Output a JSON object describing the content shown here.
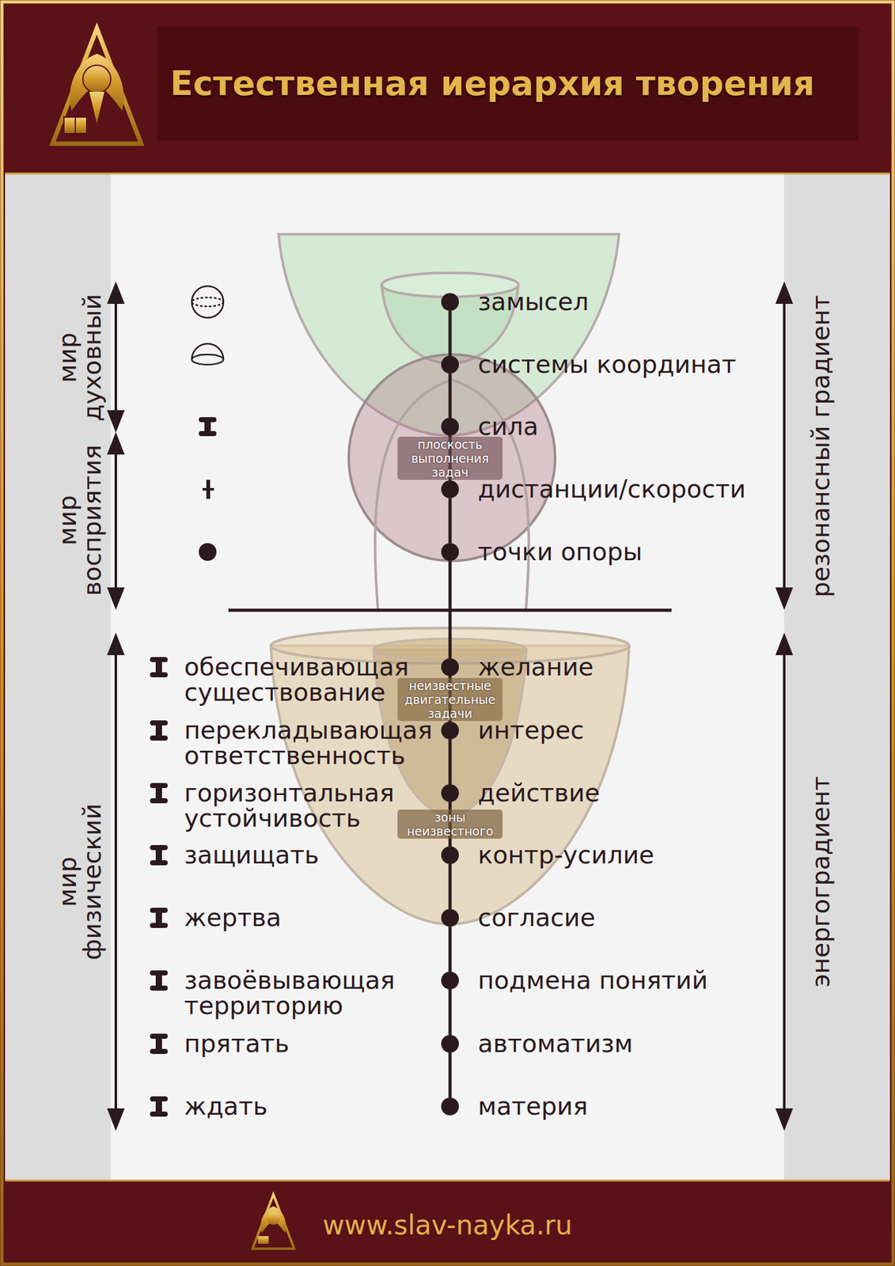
{
  "diagram": {
    "title": "Естественная иерархия творения",
    "nodes": [
      {
        "text": [
          "замысел"
        ]
      },
      {
        "text": [
          "системы координат"
        ]
      },
      {
        "text": [
          "сила"
        ]
      },
      {
        "text": [
          "дистанции/скорости"
        ]
      },
      {
        "text": [
          "точки опоры"
        ]
      },
      {
        "text": [
          "желание"
        ]
      },
      {
        "text": [
          "интерес"
        ]
      },
      {
        "text": [
          "действие"
        ]
      },
      {
        "text": [
          "контр-усилие"
        ]
      },
      {
        "text": [
          "согласие"
        ]
      },
      {
        "text": [
          "подмена понятий"
        ]
      },
      {
        "text": [
          "автоматизм"
        ]
      },
      {
        "text": [
          "материя"
        ]
      }
    ],
    "edges": [
      {
        "from": 0,
        "to": 1,
        "arrow": "none"
      },
      {
        "from": 1,
        "to": 2,
        "arrow": "none"
      },
      {
        "from": 2,
        "to": 3,
        "arrow": "none"
      },
      {
        "from": 3,
        "to": 4,
        "arrow": "none"
      },
      {
        "from": 4,
        "to": 5,
        "arrow": "none"
      },
      {
        "from": 5,
        "to": 6,
        "arrow": "none"
      },
      {
        "from": 6,
        "to": 7,
        "arrow": "none"
      },
      {
        "from": 7,
        "to": 8,
        "arrow": "none"
      },
      {
        "from": 8,
        "to": 9,
        "arrow": "none"
      },
      {
        "from": 9,
        "to": 10,
        "arrow": "none"
      },
      {
        "from": 10,
        "to": 11,
        "arrow": "none"
      },
      {
        "from": 11,
        "to": 12,
        "arrow": "none"
      }
    ],
    "labels": [
      "мир духовный",
      "мир восприятия",
      "мир физический",
      "резонансный градиент",
      "энергоградиент",
      "плоскость выполнения задач",
      "неизвестные двигательные задачи",
      "зоны неизвестного",
      "обеспечивающая существование",
      "перекладывающая ответственность",
      "горизонтальная устойчивость",
      "защищать",
      "жертва",
      "завоёвывающая территорию",
      "прятать",
      "ждать",
      "www.slav-nayka.ru"
    ]
  }
}
